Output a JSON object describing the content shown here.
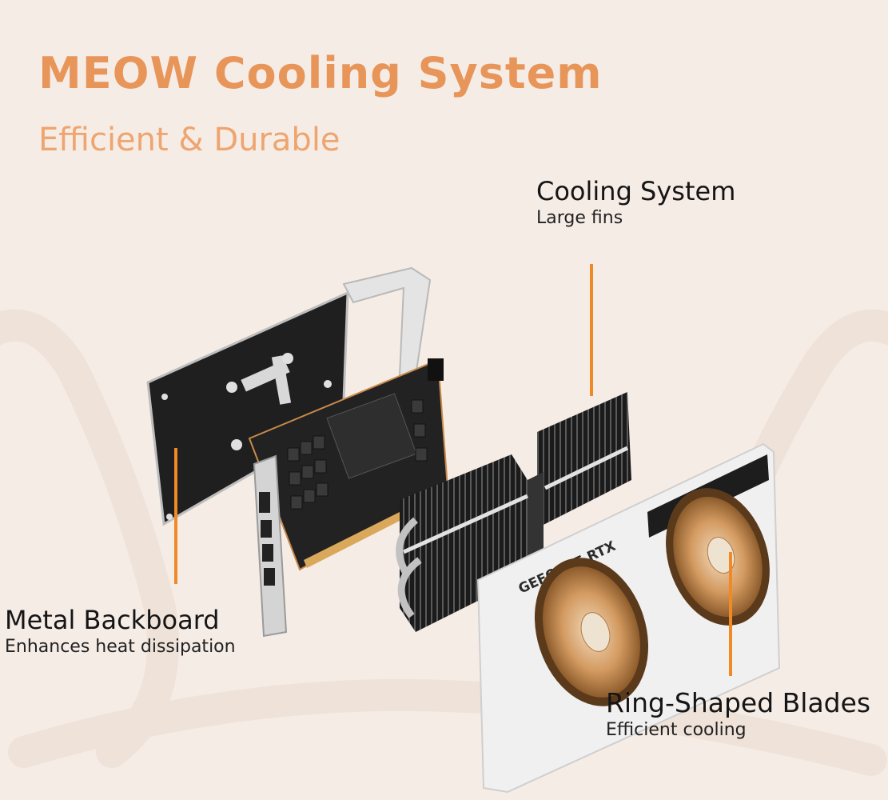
{
  "header": {
    "title": "MEOW Cooling System",
    "subtitle": "Efficient & Durable"
  },
  "callouts": {
    "cooling_system": {
      "title": "Cooling System",
      "detail": "Large fins"
    },
    "metal_backboard": {
      "title": "Metal Backboard",
      "detail": "Enhances heat dissipation"
    },
    "ring_blades": {
      "title": "Ring-Shaped Blades",
      "detail": "Efficient cooling"
    }
  },
  "graphics_card": {
    "shroud_label": "GEFORCE RTX"
  },
  "colors": {
    "background": "#f6ece6",
    "accent": "#e8955a",
    "leader_line": "#f08a26",
    "fan_blade": "#c9884f"
  },
  "icons": [
    "cat-outline-watermark",
    "exploded-graphics-card"
  ]
}
